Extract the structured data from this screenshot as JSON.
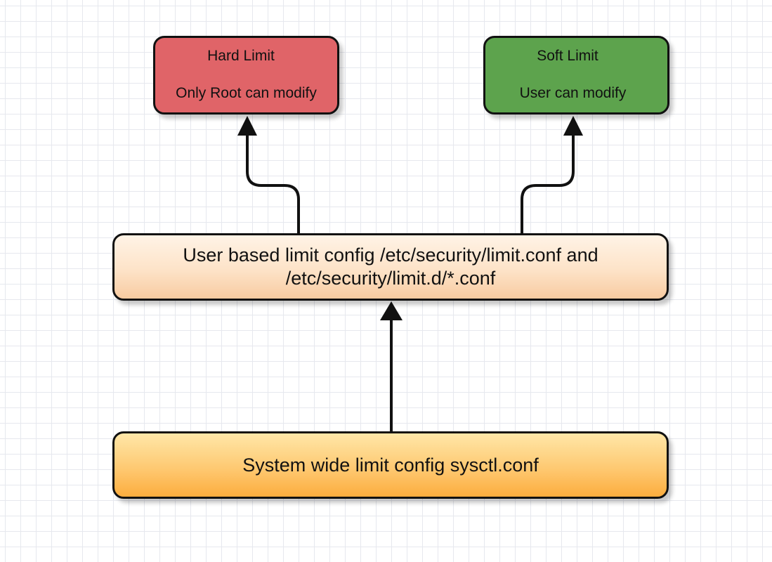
{
  "nodes": {
    "hard_limit": {
      "title": "Hard Limit",
      "subtitle": "Only Root can modify",
      "fill": "#e06468"
    },
    "soft_limit": {
      "title": "Soft Limit",
      "subtitle": "User can modify",
      "fill": "#5da34d"
    },
    "user_config": {
      "line1": "User based limit config /etc/security/limit.conf and",
      "line2": "/etc/security/limit.d/*.conf",
      "fill": "#fde3c8"
    },
    "system_config": {
      "text": "System wide limit config sysctl.conf",
      "fill": "#fec972"
    }
  },
  "edges": [
    {
      "from": "system_config",
      "to": "user_config"
    },
    {
      "from": "user_config",
      "to": "hard_limit"
    },
    {
      "from": "user_config",
      "to": "soft_limit"
    }
  ]
}
